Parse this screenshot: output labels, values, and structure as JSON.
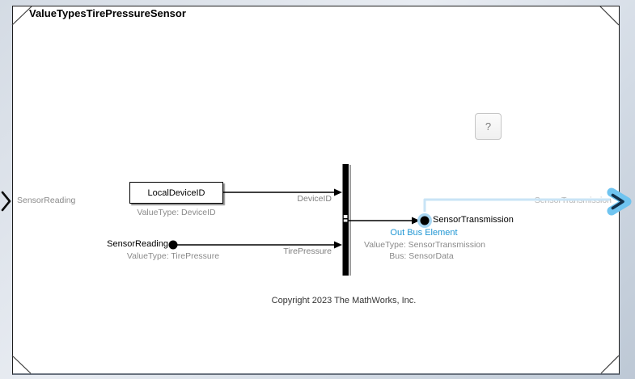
{
  "diagram": {
    "title": "ValueTypesTirePressureSensor",
    "copyright": "Copyright 2023 The MathWorks, Inc."
  },
  "help_button": {
    "label": "?"
  },
  "left_port": {
    "label": "SensorReading"
  },
  "right_port": {
    "label": "SensorTransmission"
  },
  "blocks": {
    "local_device_id": {
      "label": "LocalDeviceID",
      "value_type": "ValueType: DeviceID"
    },
    "sensor_reading": {
      "label": "SensorReading",
      "value_type": "ValueType: TirePressure"
    },
    "out_bus_element": {
      "label": "SensorTransmission",
      "port_type": "Out Bus Element",
      "value_type": "ValueType: SensorTransmission",
      "bus": "Bus: SensorData"
    }
  },
  "signals": {
    "device_id": "DeviceID",
    "tire_pressure": "TirePressure"
  },
  "colors": {
    "out_bus_blue": "#2096d3",
    "highlight_line": "#c9e4f6",
    "port_arrow_fill": "#6fc4f0",
    "port_arrow_inner": "#123049",
    "halo": "#a8d6f2"
  }
}
